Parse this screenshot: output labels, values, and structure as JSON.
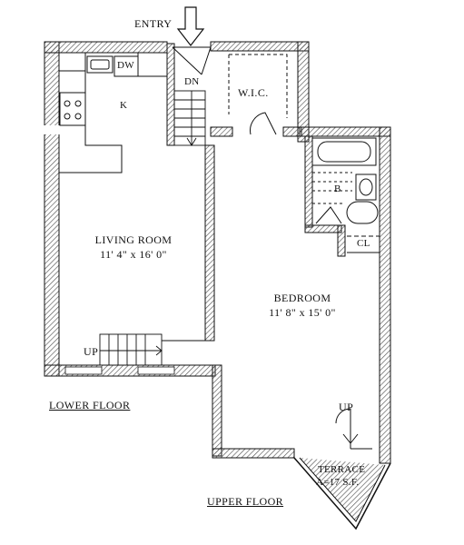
{
  "labels": {
    "entry": "ENTRY",
    "down": "DN",
    "kitchen": "K",
    "dishwasher": "DW",
    "walk_in_closet": "W.I.C.",
    "bath": "B",
    "closet": "CL",
    "living_room_name": "LIVING ROOM",
    "living_room_size": "11' 4\" x 16' 0\"",
    "bedroom_name": "BEDROOM",
    "bedroom_size": "11' 8\" x 15' 0\"",
    "stair_up_lower": "UP",
    "stair_up_upper": "UP",
    "terrace_name": "TERRACE",
    "terrace_area": "A=17 S.F.",
    "lower_floor": "LOWER FLOOR",
    "upper_floor": "UPPER FLOOR"
  }
}
